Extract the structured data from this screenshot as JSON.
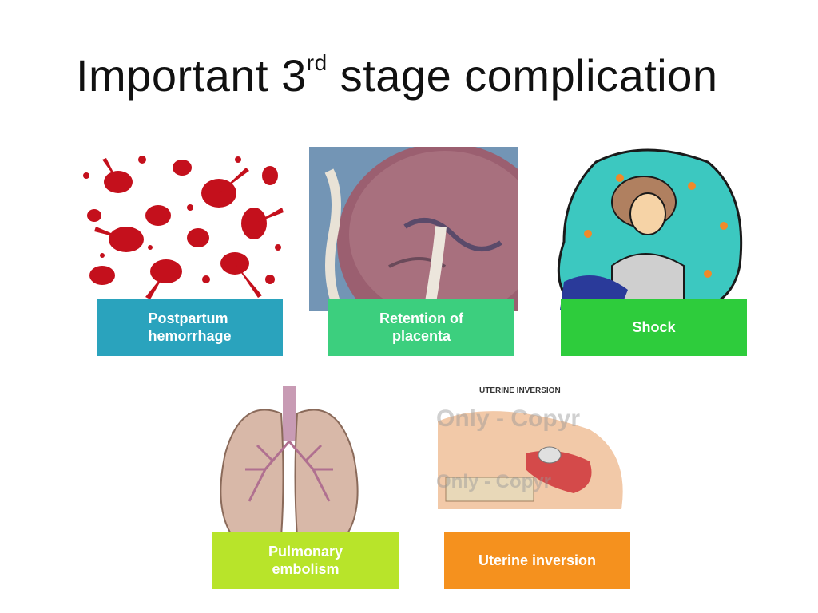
{
  "slide": {
    "title_main": "Important 3",
    "title_sup": "rd",
    "title_rest": " stage  complication"
  },
  "items": [
    {
      "label_line1": "Postpartum",
      "label_line2": "hemorrhage",
      "color": "#2aa3bd"
    },
    {
      "label_line1": "Retention of",
      "label_line2": "placenta",
      "color": "#3ccf7e"
    },
    {
      "label_line1": "Shock",
      "label_line2": "",
      "color": "#2ecc3c"
    },
    {
      "label_line1": "Pulmonary",
      "label_line2": "embolism",
      "color": "#b8e42a"
    },
    {
      "label_line1": "Uterine inversion",
      "label_line2": "",
      "color": "#f5911e"
    }
  ],
  "images": {
    "uterine_caption": "UTERINE INVERSION",
    "watermark_1": "Only - Copyr",
    "watermark_2": "Only - Copyr",
    "icons": [
      "blood-splatter-image",
      "placenta-image",
      "shock-cartoon-image",
      "lungs-image",
      "uterine-inversion-image"
    ]
  }
}
